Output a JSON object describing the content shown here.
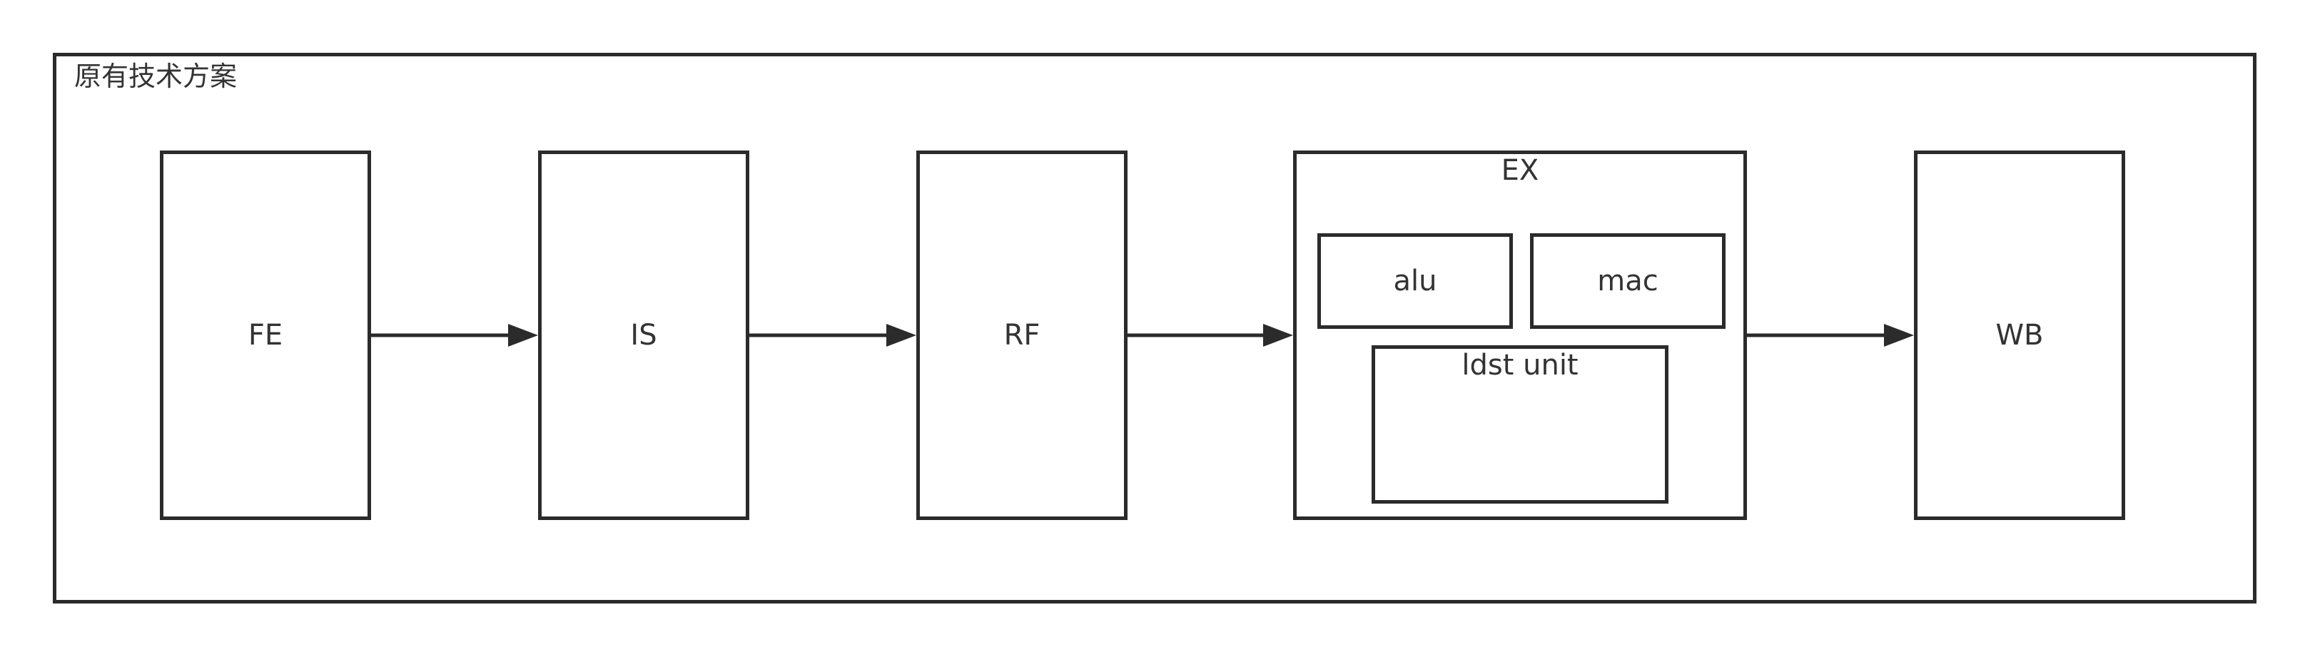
{
  "frame": {
    "title": "原有技术方案"
  },
  "stages": {
    "fe": "FE",
    "is": "IS",
    "rf": "RF",
    "ex": {
      "title": "EX",
      "alu": "alu",
      "mac": "mac",
      "ldst": "ldst unit"
    },
    "wb": "WB"
  },
  "colors": {
    "stroke": "#2b2b2b",
    "text": "#333333",
    "background": "#ffffff"
  }
}
